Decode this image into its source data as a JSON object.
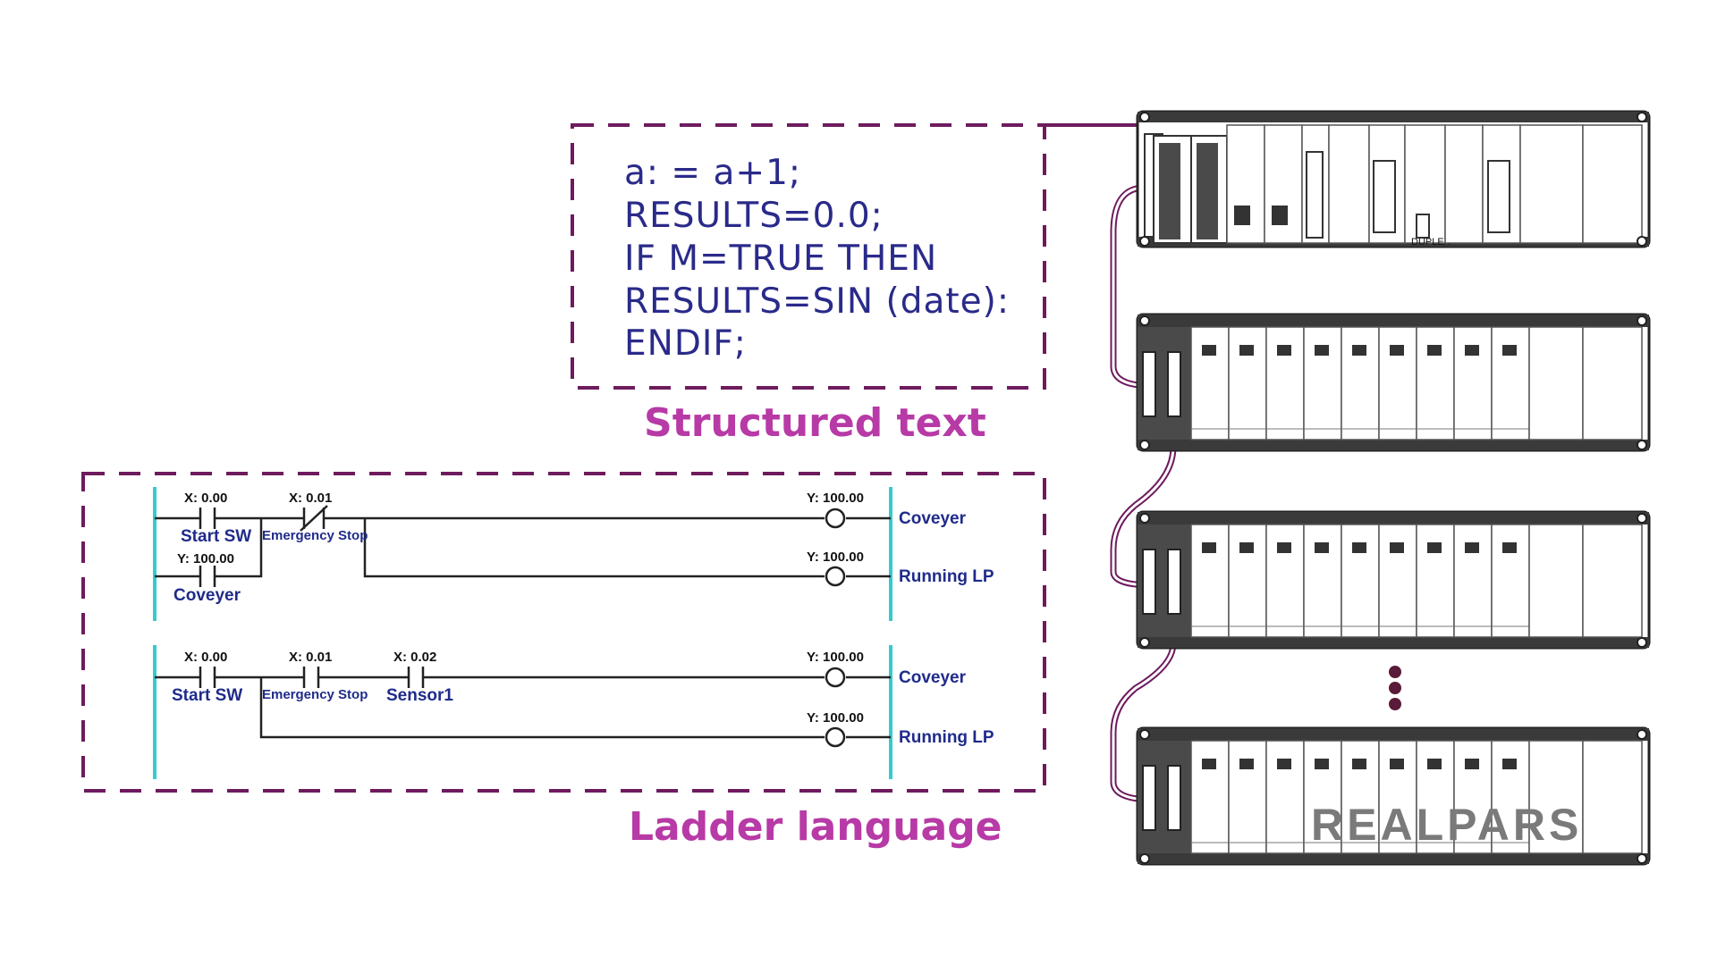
{
  "structured_text": {
    "lines": [
      "a: = a+1;",
      "RESULTS=0.0;",
      "IF M=TRUE THEN",
      "RESULTS=SIN (date):",
      "ENDIF;"
    ],
    "caption": "Structured text"
  },
  "ladder": {
    "caption": "Ladder language",
    "rung1": {
      "contact1": {
        "address": "X: 0.00",
        "label": "Start SW"
      },
      "contact2": {
        "address": "X: 0.01",
        "label": "Emergency Stop"
      },
      "branch_contact": {
        "address": "Y: 100.00",
        "label": "Coveyer"
      },
      "coil1": {
        "address": "Y: 100.00",
        "label": "Coveyer"
      },
      "coil2": {
        "address": "Y: 100.00",
        "label": "Running LP"
      }
    },
    "rung2": {
      "contact1": {
        "address": "X: 0.00",
        "label": "Start SW"
      },
      "contact2": {
        "address": "X: 0.01",
        "label": "Emergency Stop"
      },
      "contact3": {
        "address": "X: 0.02",
        "label": "Sensor1"
      },
      "coil1": {
        "address": "Y: 100.00",
        "label": "Coveyer"
      },
      "coil2": {
        "address": "Y: 100.00",
        "label": "Running LP"
      }
    }
  },
  "plc": {
    "duplex_label": "DUPLEX",
    "brand": "REALPARS"
  },
  "colors": {
    "code_text": "#2a2a8a",
    "caption": "#b73aa6",
    "dashed_border": "#6e1b5e",
    "rail": "#33cccc",
    "label": "#1f2b8a",
    "cable": "#6e1b5e"
  }
}
